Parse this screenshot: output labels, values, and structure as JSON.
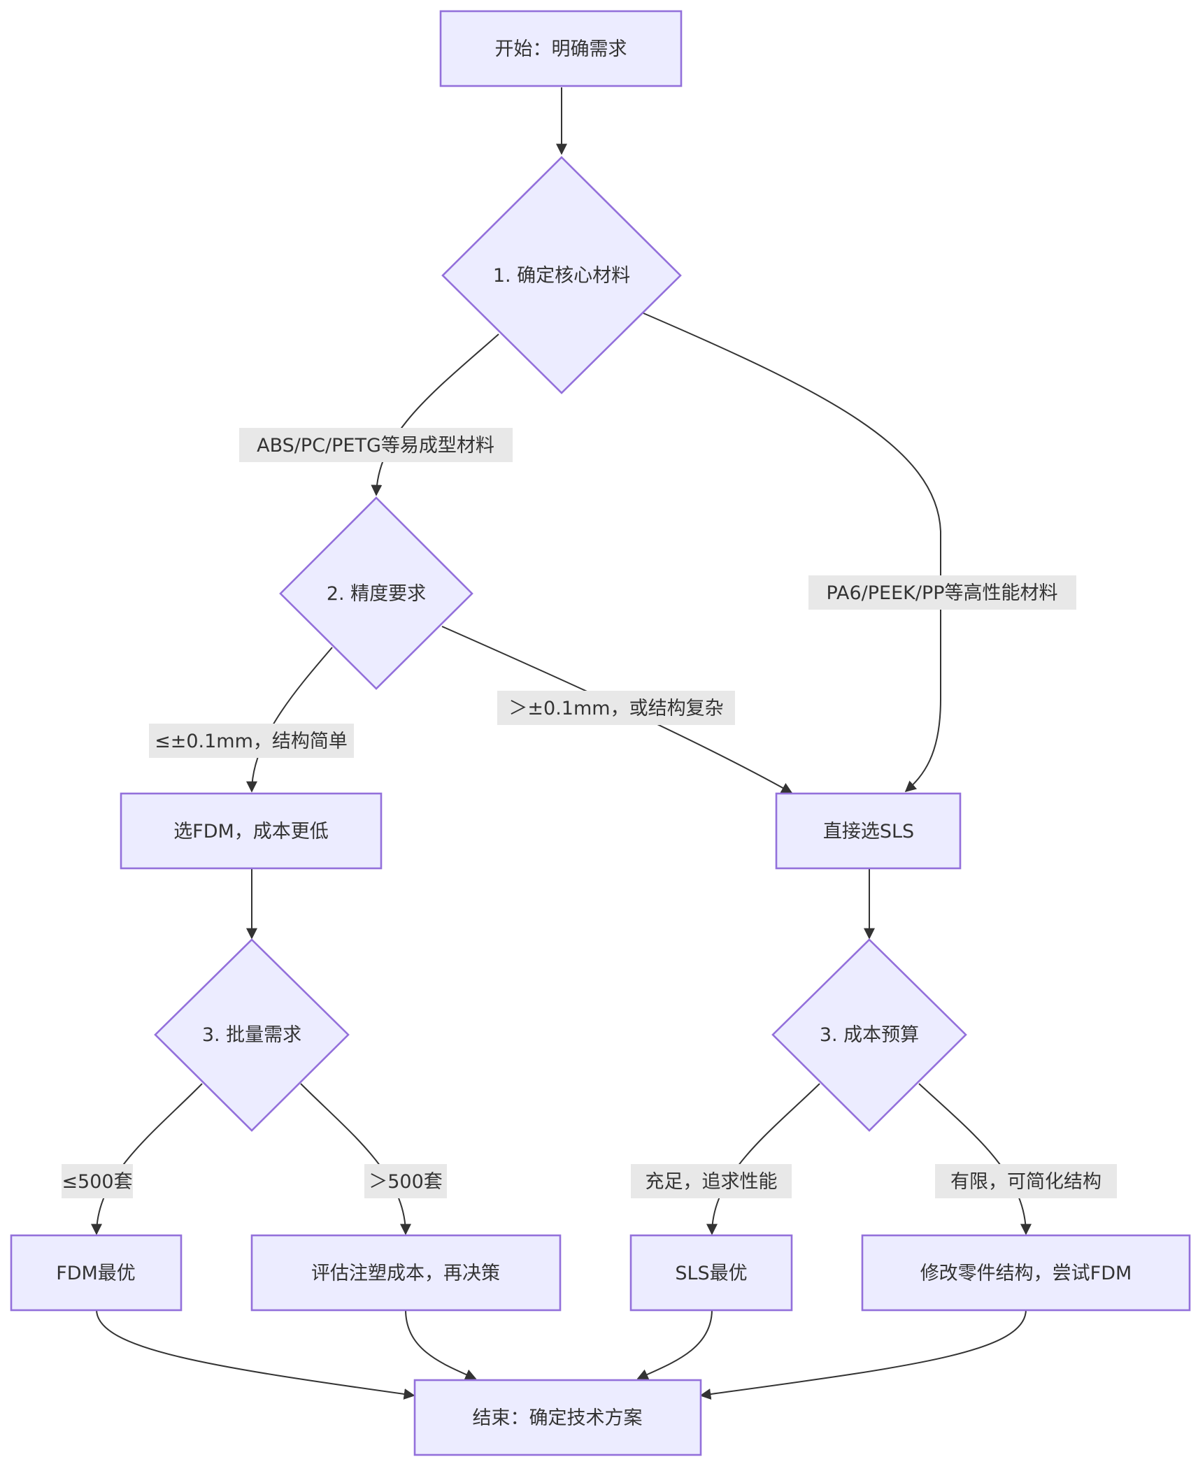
{
  "diagram": {
    "type": "flowchart",
    "colors": {
      "node_fill": "#ECECFF",
      "node_stroke": "#9370DB",
      "edge": "#333333",
      "label_bg": "#e8e8e8",
      "text": "#333333"
    },
    "nodes": {
      "start": "开始：明确需求",
      "material": "1. 确定核心材料",
      "precision": "2. 精度要求",
      "choose_fdm": "选FDM，成本更低",
      "choose_sls": "直接选SLS",
      "batch": "3. 批量需求",
      "budget": "3. 成本预算",
      "fdm_best": "FDM最优",
      "eval_injection": "评估注塑成本，再决策",
      "sls_best": "SLS最优",
      "modify_fdm": "修改零件结构，尝试FDM",
      "end": "结束：确定技术方案"
    },
    "edges": {
      "material_to_precision": "ABS/PC/PETG等易成型材料",
      "material_to_sls": "PA6/PEEK/PP等高性能材料",
      "precision_to_fdm": "≤±0.1mm，结构简单",
      "precision_to_sls": "＞±0.1mm，或结构复杂",
      "batch_to_fdm_best": "≤500套",
      "batch_to_eval": "＞500套",
      "budget_to_sls_best": "充足，追求性能",
      "budget_to_modify": "有限，可简化结构"
    }
  }
}
